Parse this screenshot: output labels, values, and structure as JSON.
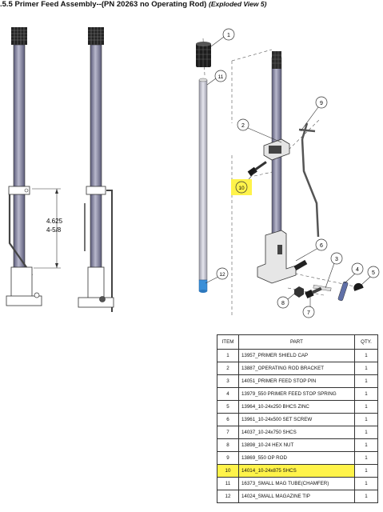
{
  "page": {
    "title_main": ".5.5  Primer Feed Assembly--(PN 20263 no Operating Rod)",
    "title_sub": "(Exploded View 5)"
  },
  "drawing": {
    "dimension_decimal": "4.625",
    "dimension_fraction": "4-5/8",
    "balloons": [
      "1",
      "11",
      "2",
      "9",
      "10",
      "6",
      "3",
      "4",
      "5",
      "12",
      "8",
      "7"
    ],
    "highlight_color": "#fff34a"
  },
  "bom": {
    "headers": [
      "ITEM",
      "PART",
      "QTY."
    ],
    "rows": [
      {
        "item": "1",
        "part": "13957_PRIMER SHIELD CAP",
        "qty": "1"
      },
      {
        "item": "2",
        "part": "13887_OPERATING ROD BRACKET",
        "qty": "1"
      },
      {
        "item": "3",
        "part": "14051_PRIMER FEED STOP PIN",
        "qty": "1"
      },
      {
        "item": "4",
        "part": "13979_550 PRIMER FEED STOP SPRING",
        "qty": "1"
      },
      {
        "item": "5",
        "part": "13964_10-24x250 BHCS ZINC",
        "qty": "1"
      },
      {
        "item": "6",
        "part": "13961_10-24x500 SET SCREW",
        "qty": "1"
      },
      {
        "item": "7",
        "part": "14037_10-24x750 SHCS",
        "qty": "1"
      },
      {
        "item": "8",
        "part": "13898_10-24 HEX NUT",
        "qty": "1"
      },
      {
        "item": "9",
        "part": "13869_550 OP ROD",
        "qty": "1"
      },
      {
        "item": "10",
        "part": "14014_10-24x875 SHCS",
        "qty": "1",
        "highlight": true
      },
      {
        "item": "11",
        "part": "16373_SMALL MAG TUBE(CHAMFER)",
        "qty": "1"
      },
      {
        "item": "12",
        "part": "14024_SMALL MAGAZINE TIP",
        "qty": "1"
      }
    ]
  }
}
